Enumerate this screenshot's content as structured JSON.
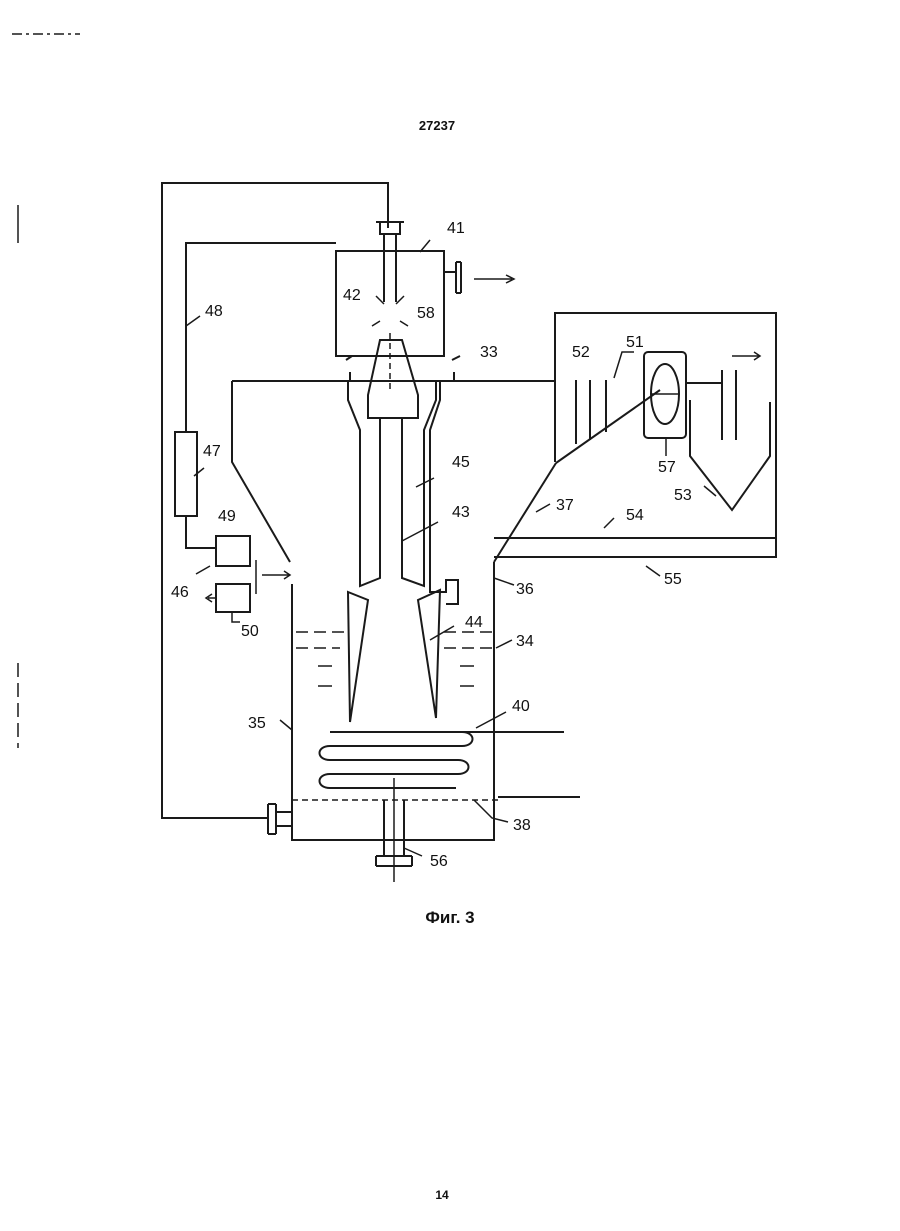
{
  "header": {
    "doc_number": "27237"
  },
  "figure": {
    "caption": "Фиг. 3",
    "labels": [
      "41",
      "42",
      "58",
      "33",
      "48",
      "47",
      "49",
      "46",
      "50",
      "35",
      "45",
      "43",
      "44",
      "34",
      "36",
      "37",
      "52",
      "51",
      "57",
      "53",
      "54",
      "55",
      "40",
      "38",
      "56"
    ]
  },
  "footer": {
    "page_number": "14"
  }
}
